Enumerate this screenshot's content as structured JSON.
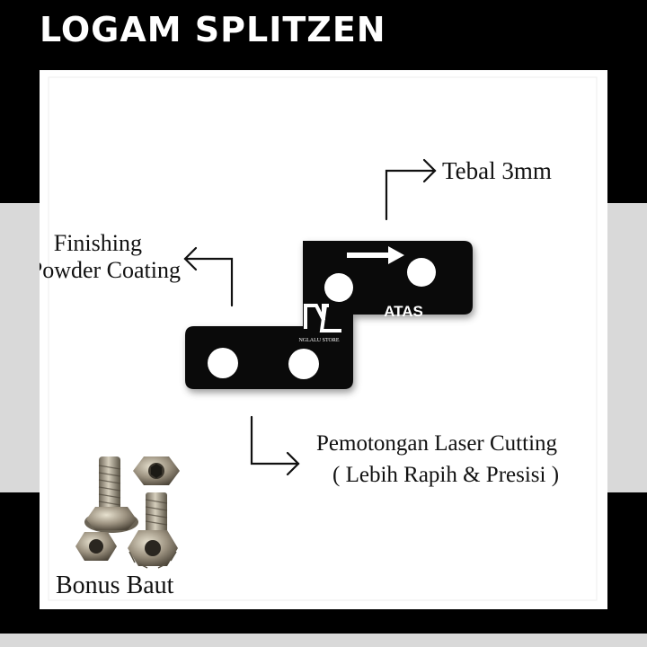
{
  "title": "LOGAM SPLITZEN",
  "labels": {
    "finishing_line1": "Finishing",
    "finishing_line2": "Powder Coating",
    "thickness": "Tebal 3mm",
    "laser_line1": "Pemotongan Laser Cutting",
    "laser_line2": "( Lebih Rapih & Presisi )",
    "bonus": "Bonus Baut",
    "plate_mark": "ATAS",
    "logo_text": "NGLALU STORE"
  },
  "icons": {
    "direction_arrow": "arrow-right-icon",
    "callouts": [
      "corner-arrow-icon"
    ]
  },
  "colors": {
    "background": "#000000",
    "band": "#d9d9d9",
    "panel": "#ffffff",
    "plate": "#0a0a0a",
    "text": "#111111",
    "title": "#ffffff"
  }
}
